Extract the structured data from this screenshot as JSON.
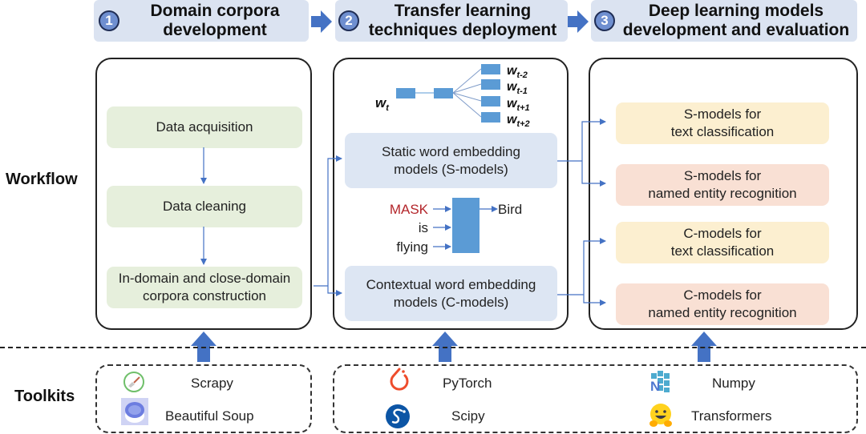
{
  "stages": [
    {
      "number": "1",
      "title_line1": "Domain corpora",
      "title_line2": "development"
    },
    {
      "number": "2",
      "title_line1": "Transfer learning",
      "title_line2": "techniques deployment"
    },
    {
      "number": "3",
      "title_line1": "Deep learning models",
      "title_line2": "development and evaluation"
    }
  ],
  "row_labels": {
    "workflow": "Workflow",
    "toolkits": "Toolkits"
  },
  "corpora_steps": [
    {
      "label": "Data acquisition"
    },
    {
      "label": "Data cleaning"
    },
    {
      "line1": "In-domain and close-domain",
      "line2": "corpora construction"
    }
  ],
  "skipgram": {
    "input": "w",
    "input_sub": "t",
    "outputs": [
      {
        "w": "w",
        "sub": "t-2"
      },
      {
        "w": "w",
        "sub": "t-1"
      },
      {
        "w": "w",
        "sub": "t+1"
      },
      {
        "w": "w",
        "sub": "t+2"
      }
    ]
  },
  "embedding_models": [
    {
      "line1": "Static word embedding",
      "line2": "models (S-models)"
    },
    {
      "line1": "Contextual word embedding",
      "line2": "models (C-models)"
    }
  ],
  "mlm_example": {
    "inputs": [
      "MASK",
      "is",
      "flying"
    ],
    "output": "Bird",
    "mask_color": "#b3252a"
  },
  "task_models": [
    {
      "line1": "S-models for",
      "line2": "text classification"
    },
    {
      "line1": "S-models for",
      "line2": "named entity recognition"
    },
    {
      "line1": "C-models for",
      "line2": "text classification"
    },
    {
      "line1": "C-models for",
      "line2": "named entity recognition"
    }
  ],
  "toolkits": {
    "group1": [
      {
        "name": "Scrapy",
        "icon": "scrapy-logo-icon"
      },
      {
        "name": "Beautiful Soup",
        "icon": "beautiful-soup-logo-icon"
      }
    ],
    "group2": [
      {
        "name": "PyTorch",
        "icon": "pytorch-logo-icon"
      },
      {
        "name": "Scipy",
        "icon": "scipy-logo-icon"
      },
      {
        "name": "Numpy",
        "icon": "numpy-logo-icon"
      },
      {
        "name": "Transformers",
        "icon": "huggingface-logo-icon"
      }
    ]
  },
  "colors": {
    "arrow_blue": "#4472c4",
    "stage_bg": "#dbe3f1",
    "green_box": "#e6efdc",
    "blue_box": "#dde6f3",
    "yellow_box": "#fcefd0",
    "salmon_box": "#f9e0d4"
  }
}
